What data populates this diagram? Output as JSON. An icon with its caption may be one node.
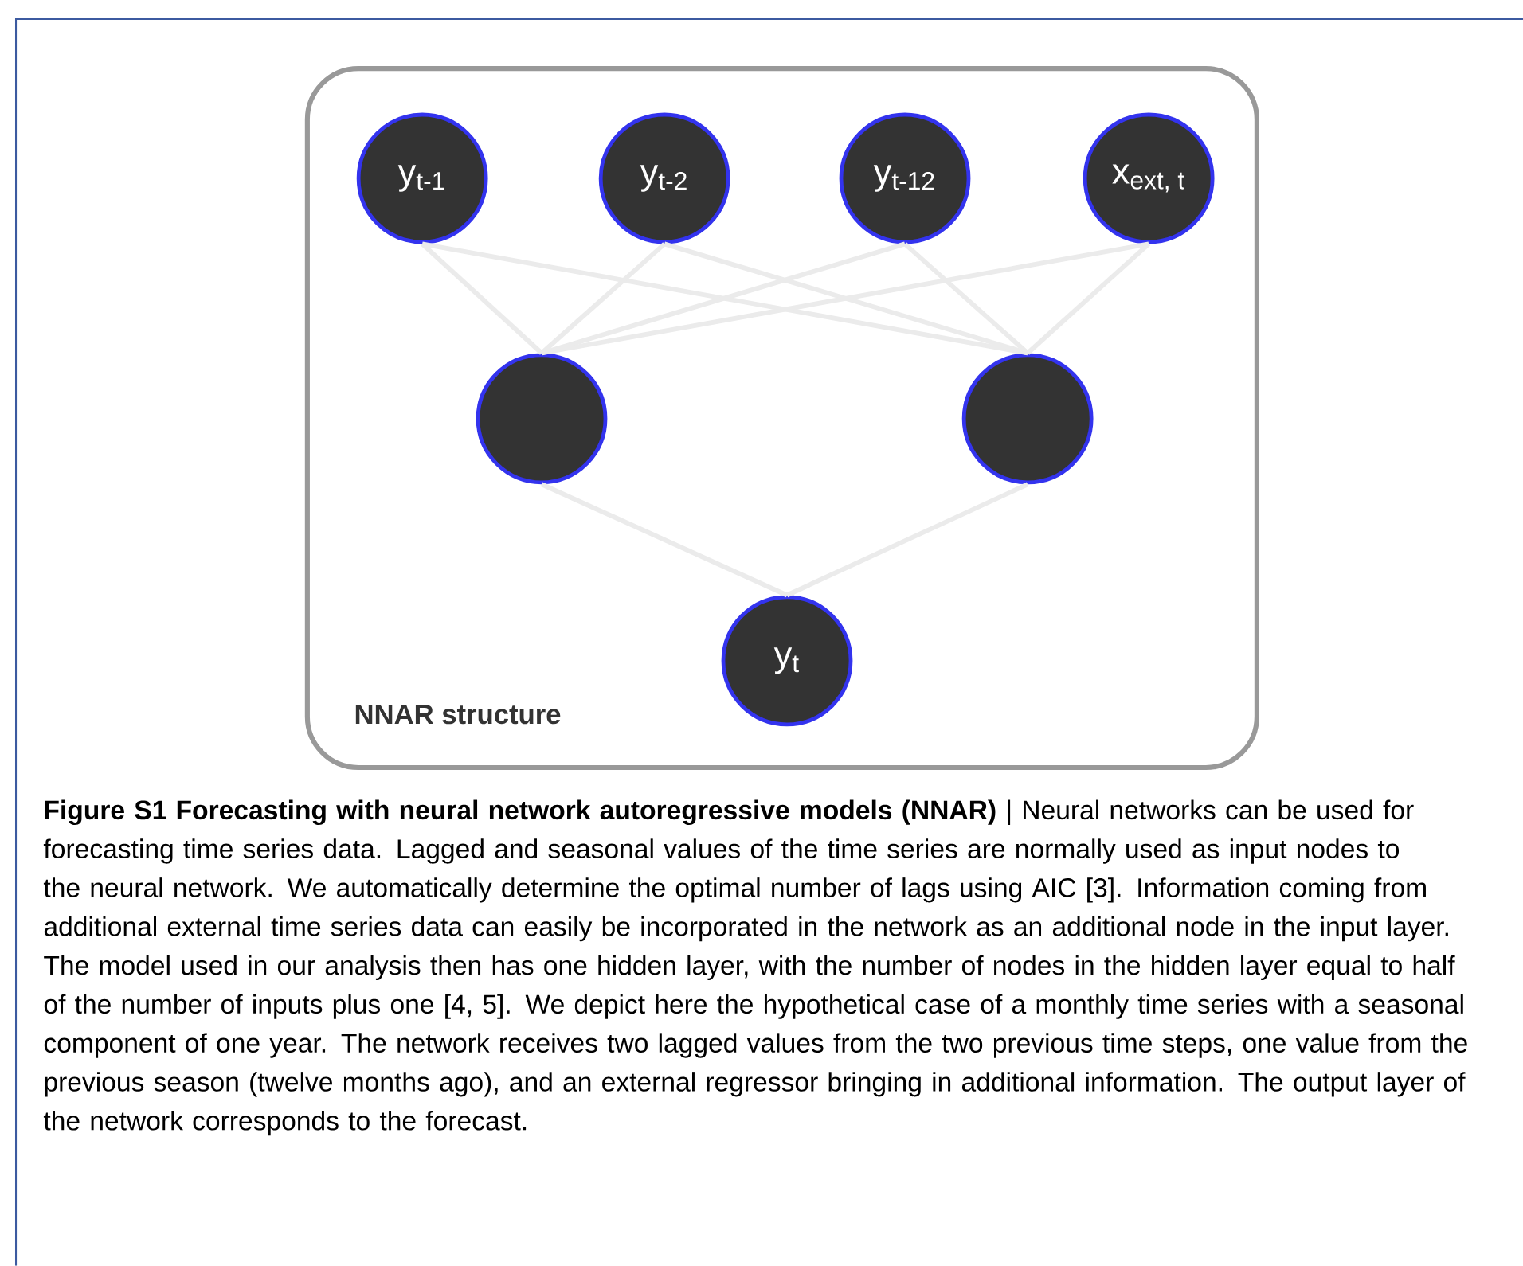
{
  "diagram": {
    "nodes": [
      {
        "text": [
          "NNAR structure"
        ]
      },
      {
        "text": [
          "\\mathrm{y}_{\\text{t-1}}"
        ],
        "in": 0
      },
      {
        "text": [
          "\\mathrm{y}_{\\text{t-2}}"
        ],
        "in": 0
      },
      {
        "text": [
          "\\mathrm{y}_{\\text{t-12}}"
        ],
        "in": 0
      },
      {
        "text": [
          "\\mathrm{x}_{\\text{ext, t}}"
        ],
        "in": 0
      },
      {
        "text": [],
        "shape": "circle",
        "in": 0
      },
      {
        "text": [],
        "shape": "circle",
        "in": 0
      },
      {
        "text": [
          "\\mathrm{y}_{\\text{t}}"
        ],
        "in": 0
      }
    ],
    "edges": [
      {
        "from": 1,
        "to": 5,
        "arrow": "none"
      },
      {
        "from": 1,
        "to": 6,
        "arrow": "none"
      },
      {
        "from": 2,
        "to": 5,
        "arrow": "none"
      },
      {
        "from": 2,
        "to": 6,
        "arrow": "none"
      },
      {
        "from": 3,
        "to": 5,
        "arrow": "none"
      },
      {
        "from": 3,
        "to": 6,
        "arrow": "none"
      },
      {
        "from": 4,
        "to": 5,
        "arrow": "none"
      },
      {
        "from": 4,
        "to": 6,
        "arrow": "none"
      },
      {
        "from": 5,
        "to": 7,
        "arrow": "none"
      },
      {
        "from": 6,
        "to": 7,
        "arrow": "none"
      }
    ],
    "caption": "**Figure S1 Forecasting with neural network autoregressive models (NNAR)** | Neural networks can be used for forecasting time series data. Lagged and seasonal values of the time series are normally used as input nodes to the neural network. We automatically determine the optimal number of lags using AIC [3]. Information coming from additional external time series data can easily be incorporated in the network as an additional node in the input layer. The model used in our analysis then has one hidden layer, with the number of nodes in the hidden layer equal to half of the number of inputs plus one [4, 5]. We depict here the hypothetical case of a monthly time series with a seasonal component of one year. The network receives two lagged values from the two previous time steps, one value from the previous season (twelve months ago), and an external regressor bringing in additional information. The output layer of the network corresponds to the forecast."
  }
}
